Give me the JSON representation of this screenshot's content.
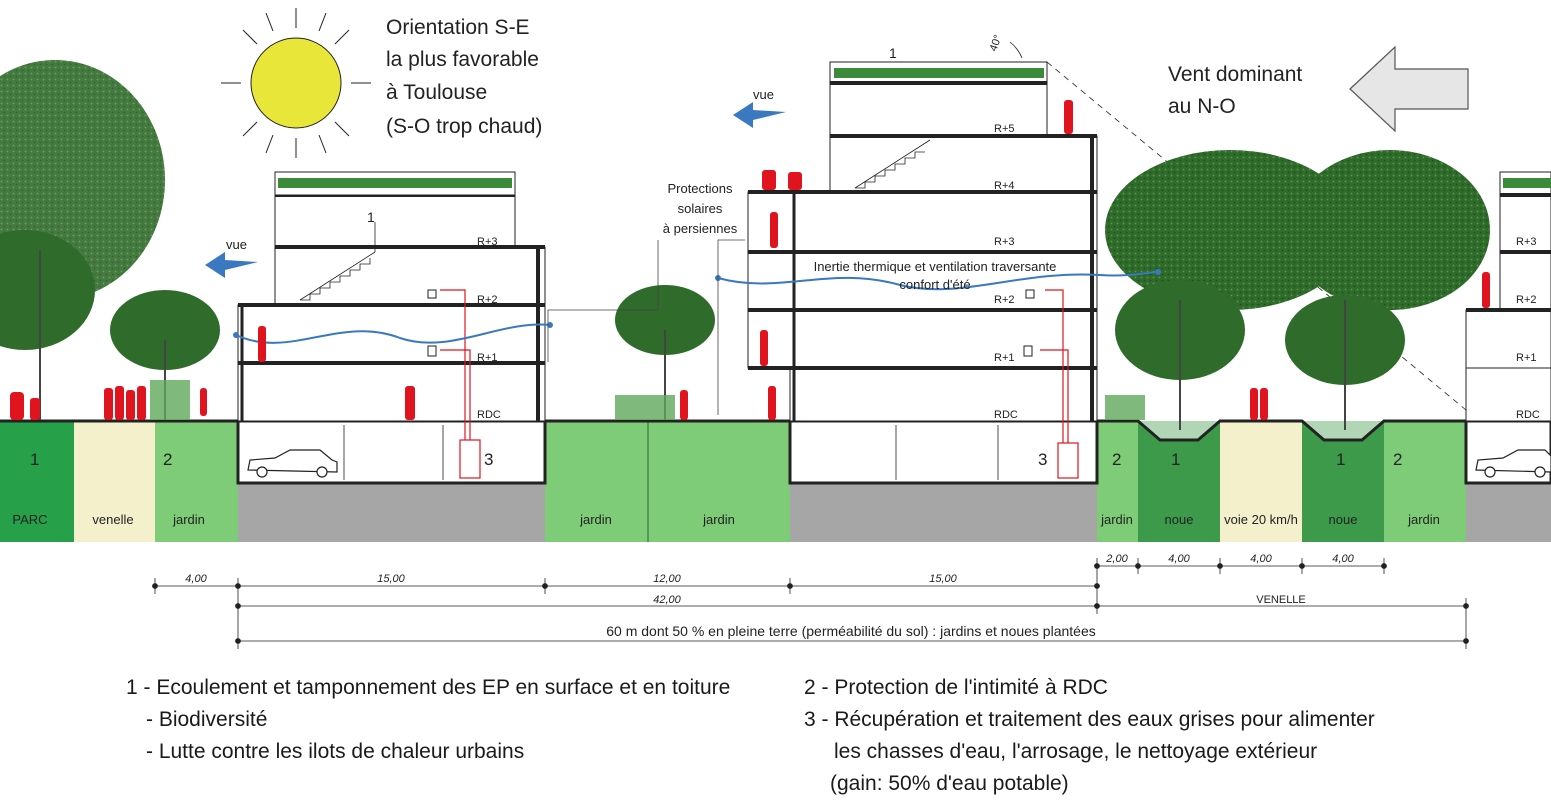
{
  "sun_note": [
    "Orientation S-E",
    "la plus favorable",
    "à Toulouse",
    "(S-O trop chaud)"
  ],
  "wind_note": [
    "Vent dominant",
    "au N-O"
  ],
  "vue_label": "vue",
  "angle_label": "40°",
  "roof_marker": "1",
  "sun_protection_note": [
    "Protections",
    "solaires",
    "à persiennes"
  ],
  "ventilation_note": [
    "Inertie thermique et ventilation traversante",
    "confort d'été"
  ],
  "floors": {
    "rdc": "RDC",
    "r1": "R+1",
    "r2": "R+2",
    "r3": "R+3",
    "r4": "R+4",
    "r5": "R+5"
  },
  "zone_numbers": {
    "one": "1",
    "two": "2",
    "three": "3"
  },
  "ground_labels": {
    "parc": "PARC",
    "venelle": "venelle",
    "jardin": "jardin",
    "noue": "noue",
    "voie": "voie 20 km/h"
  },
  "dimensions": {
    "d400": "4,00",
    "d1500": "15,00",
    "d1200": "12,00",
    "d4200": "42,00",
    "d200": "2,00",
    "venelle_caps": "VENELLE",
    "total": "60 m dont 50 % en pleine terre (perméabilité du sol) : jardins et noues plantées"
  },
  "legend_left": [
    "1 - Ecoulement et tamponnement des EP en surface et en toiture",
    "- Biodiversité",
    "- Lutte contre les ilots de chaleur urbains"
  ],
  "legend_right": [
    "2 - Protection de l'intimité à RDC",
    "3 - Récupération et traitement des eaux grises pour alimenter",
    "les chasses d'eau, l'arrosage, le nettoyage extérieur",
    "(gain: 50% d'eau potable)"
  ],
  "colors": {
    "parc_green": "#27a04a",
    "garden_green": "#7ecb78",
    "noue_green": "#3d9a4a",
    "venelle_cream": "#f5f0cc",
    "asphalt_gray": "#a6a6a6",
    "tree_green": "#2f6b2b",
    "people_red": "#e0141e",
    "arrow_blue": "#3a78c0",
    "sun_yellow": "#e9e63a"
  }
}
